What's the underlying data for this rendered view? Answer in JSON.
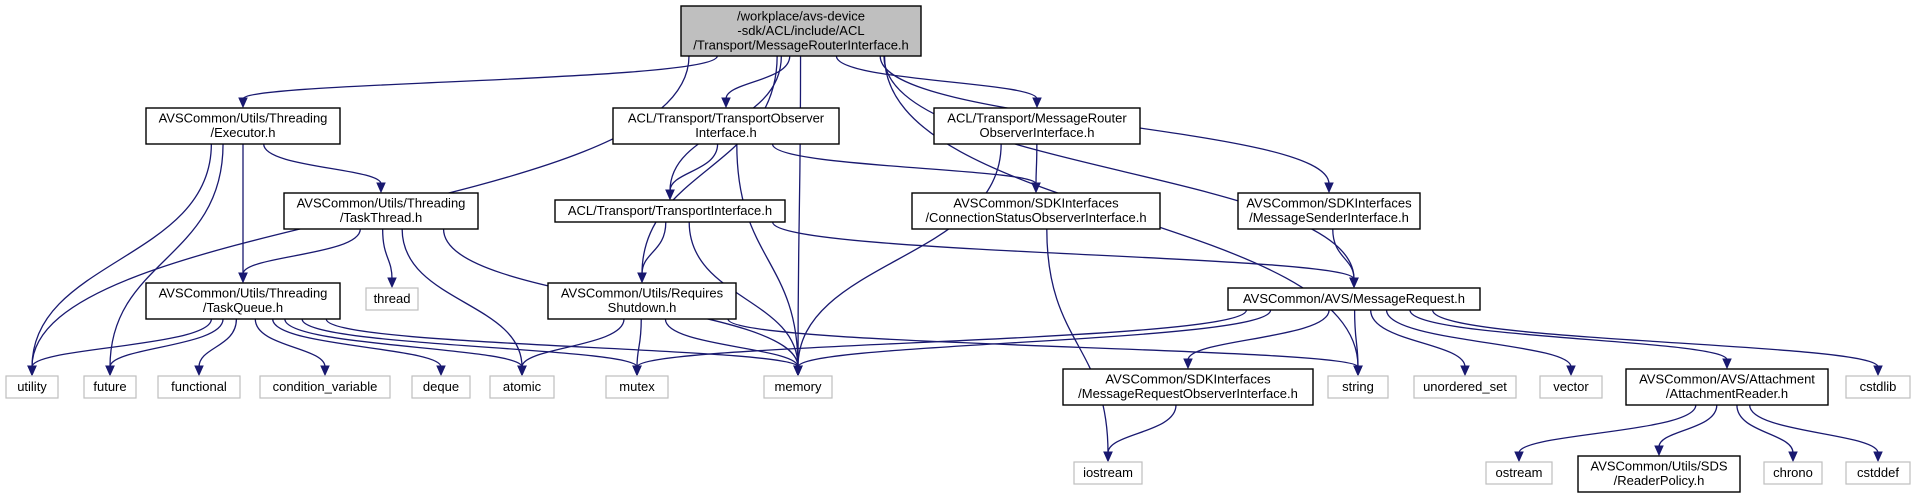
{
  "nodes": [
    {
      "id": "root",
      "kind": "root",
      "lines": [
        "/workplace/avs-device",
        "-sdk/ACL/include/ACL",
        "/Transport/MessageRouterInterface.h"
      ]
    },
    {
      "id": "executor",
      "kind": "int",
      "lines": [
        "AVSCommon/Utils/Threading",
        "/Executor.h"
      ]
    },
    {
      "id": "tto",
      "kind": "int",
      "lines": [
        "ACL/Transport/TransportObserver",
        "Interface.h"
      ]
    },
    {
      "id": "mro",
      "kind": "int",
      "lines": [
        "ACL/Transport/MessageRouter",
        "ObserverInterface.h"
      ]
    },
    {
      "id": "taskthread",
      "kind": "int",
      "lines": [
        "AVSCommon/Utils/Threading",
        "/TaskThread.h"
      ]
    },
    {
      "id": "ti",
      "kind": "int",
      "lines": [
        "ACL/Transport/TransportInterface.h"
      ]
    },
    {
      "id": "csoi",
      "kind": "int",
      "lines": [
        "AVSCommon/SDKInterfaces",
        "/ConnectionStatusObserverInterface.h"
      ]
    },
    {
      "id": "msi",
      "kind": "int",
      "lines": [
        "AVSCommon/SDKInterfaces",
        "/MessageSenderInterface.h"
      ]
    },
    {
      "id": "taskqueue",
      "kind": "int",
      "lines": [
        "AVSCommon/Utils/Threading",
        "/TaskQueue.h"
      ]
    },
    {
      "id": "thread",
      "kind": "ext",
      "lines": [
        "thread"
      ]
    },
    {
      "id": "reqshut",
      "kind": "int",
      "lines": [
        "AVSCommon/Utils/Requires",
        "Shutdown.h"
      ]
    },
    {
      "id": "msgreq",
      "kind": "int",
      "lines": [
        "AVSCommon/AVS/MessageRequest.h"
      ]
    },
    {
      "id": "utility",
      "kind": "ext",
      "lines": [
        "utility"
      ]
    },
    {
      "id": "future",
      "kind": "ext",
      "lines": [
        "future"
      ]
    },
    {
      "id": "functional",
      "kind": "ext",
      "lines": [
        "functional"
      ]
    },
    {
      "id": "condvar",
      "kind": "ext",
      "lines": [
        "condition_variable"
      ]
    },
    {
      "id": "deque",
      "kind": "ext",
      "lines": [
        "deque"
      ]
    },
    {
      "id": "atomic",
      "kind": "ext",
      "lines": [
        "atomic"
      ]
    },
    {
      "id": "mutex",
      "kind": "ext",
      "lines": [
        "mutex"
      ]
    },
    {
      "id": "memory",
      "kind": "ext",
      "lines": [
        "memory"
      ]
    },
    {
      "id": "mroi",
      "kind": "int",
      "lines": [
        "AVSCommon/SDKInterfaces",
        "/MessageRequestObserverInterface.h"
      ]
    },
    {
      "id": "string",
      "kind": "ext",
      "lines": [
        "string"
      ]
    },
    {
      "id": "unordered",
      "kind": "ext",
      "lines": [
        "unordered_set"
      ]
    },
    {
      "id": "vector",
      "kind": "ext",
      "lines": [
        "vector"
      ]
    },
    {
      "id": "attreader",
      "kind": "int",
      "lines": [
        "AVSCommon/AVS/Attachment",
        "/AttachmentReader.h"
      ]
    },
    {
      "id": "cstdlib",
      "kind": "ext",
      "lines": [
        "cstdlib"
      ]
    },
    {
      "id": "iostream",
      "kind": "ext",
      "lines": [
        "iostream"
      ]
    },
    {
      "id": "ostream",
      "kind": "ext",
      "lines": [
        "ostream"
      ]
    },
    {
      "id": "readerpolicy",
      "kind": "int",
      "lines": [
        "AVSCommon/Utils/SDS",
        "/ReaderPolicy.h"
      ]
    },
    {
      "id": "chrono",
      "kind": "ext",
      "lines": [
        "chrono"
      ]
    },
    {
      "id": "cstddef",
      "kind": "ext",
      "lines": [
        "cstddef"
      ]
    }
  ],
  "edges": [
    [
      "root",
      "utility"
    ],
    [
      "root",
      "executor"
    ],
    [
      "root",
      "tto"
    ],
    [
      "root",
      "ti"
    ],
    [
      "root",
      "reqshut"
    ],
    [
      "root",
      "memory"
    ],
    [
      "root",
      "mro"
    ],
    [
      "root",
      "msi"
    ],
    [
      "root",
      "msgreq"
    ],
    [
      "root",
      "string"
    ],
    [
      "executor",
      "utility"
    ],
    [
      "executor",
      "future"
    ],
    [
      "executor",
      "taskqueue"
    ],
    [
      "executor",
      "taskthread"
    ],
    [
      "taskthread",
      "taskqueue"
    ],
    [
      "taskthread",
      "thread"
    ],
    [
      "taskthread",
      "atomic"
    ],
    [
      "taskthread",
      "memory"
    ],
    [
      "taskqueue",
      "utility"
    ],
    [
      "taskqueue",
      "future"
    ],
    [
      "taskqueue",
      "functional"
    ],
    [
      "taskqueue",
      "condvar"
    ],
    [
      "taskqueue",
      "deque"
    ],
    [
      "taskqueue",
      "atomic"
    ],
    [
      "taskqueue",
      "mutex"
    ],
    [
      "taskqueue",
      "memory"
    ],
    [
      "tto",
      "ti"
    ],
    [
      "tto",
      "csoi"
    ],
    [
      "tto",
      "memory"
    ],
    [
      "mro",
      "csoi"
    ],
    [
      "mro",
      "memory"
    ],
    [
      "ti",
      "reqshut"
    ],
    [
      "ti",
      "memory"
    ],
    [
      "ti",
      "msgreq"
    ],
    [
      "csoi",
      "iostream"
    ],
    [
      "msi",
      "msgreq"
    ],
    [
      "reqshut",
      "atomic"
    ],
    [
      "reqshut",
      "mutex"
    ],
    [
      "reqshut",
      "memory"
    ],
    [
      "reqshut",
      "string"
    ],
    [
      "msgreq",
      "mutex"
    ],
    [
      "msgreq",
      "memory"
    ],
    [
      "msgreq",
      "mroi"
    ],
    [
      "msgreq",
      "string"
    ],
    [
      "msgreq",
      "unordered"
    ],
    [
      "msgreq",
      "vector"
    ],
    [
      "msgreq",
      "attreader"
    ],
    [
      "msgreq",
      "cstdlib"
    ],
    [
      "mroi",
      "iostream"
    ],
    [
      "attreader",
      "ostream"
    ],
    [
      "attreader",
      "readerpolicy"
    ],
    [
      "attreader",
      "chrono"
    ],
    [
      "attreader",
      "cstddef"
    ]
  ]
}
